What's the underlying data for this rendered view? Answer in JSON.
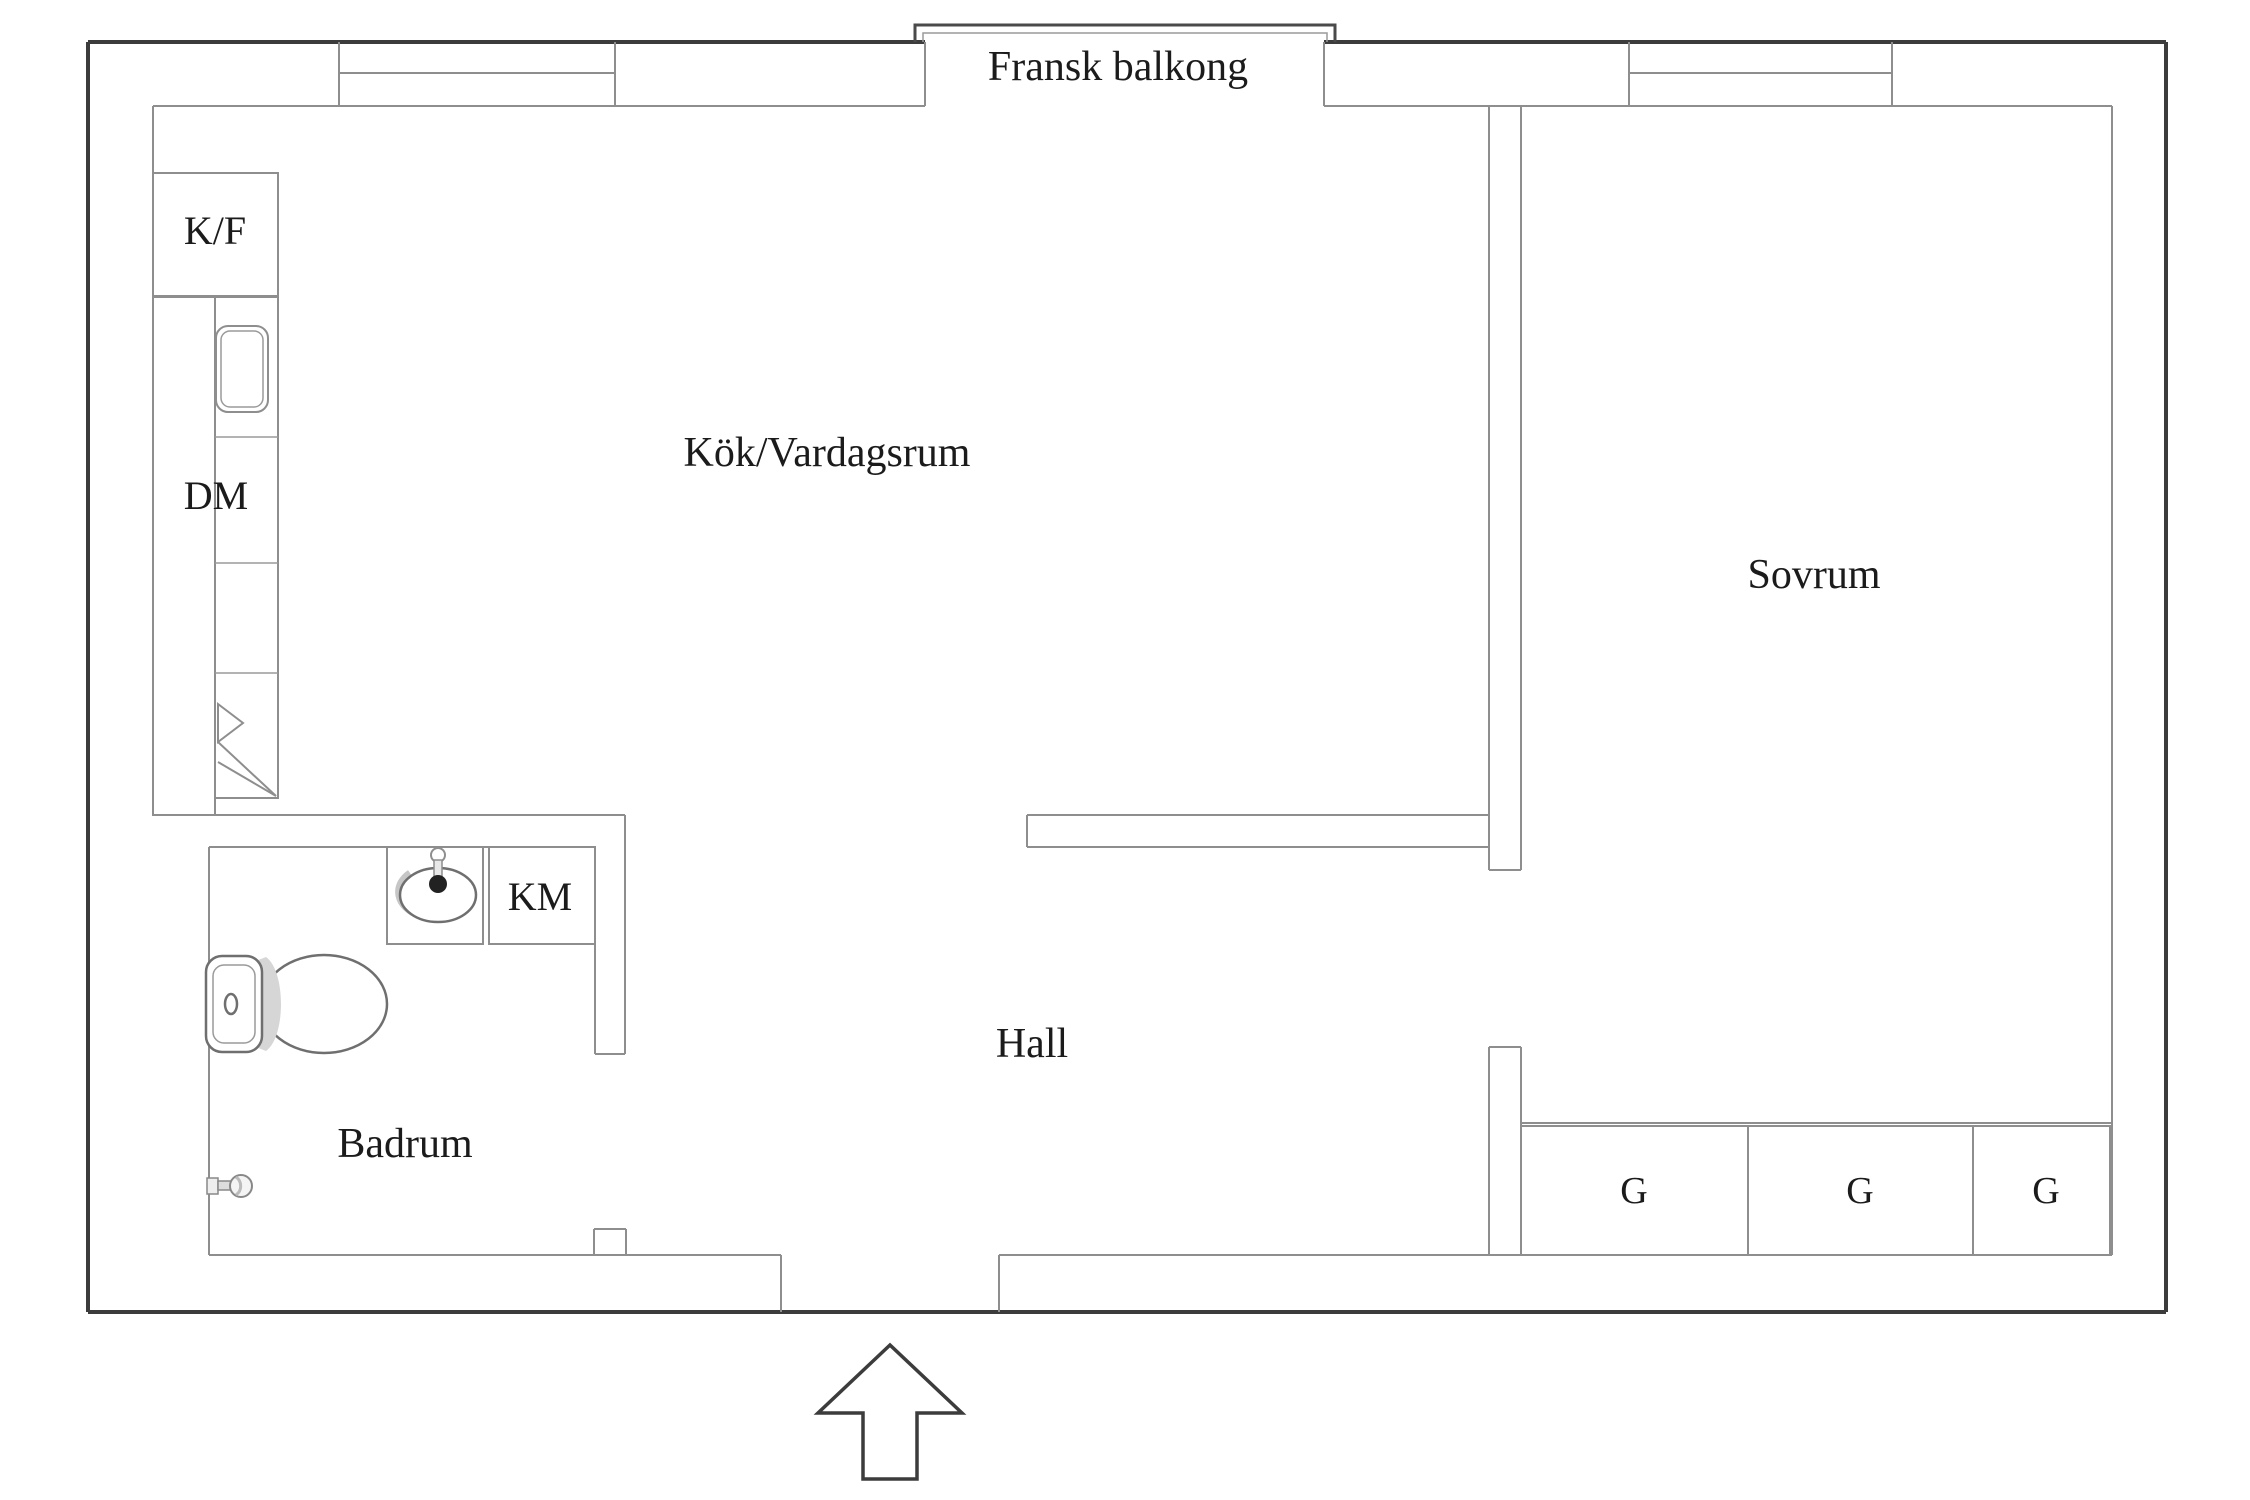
{
  "title": "Apartment floor plan",
  "labels": {
    "french_balcony": "Fransk balkong",
    "kitchen_living": "Kök/Vardagsrum",
    "bedroom": "Sovrum",
    "hall": "Hall",
    "bathroom": "Badrum",
    "fridge_freezer": "K/F",
    "dishwasher": "DM",
    "washing_machine": "KM",
    "wardrobes": [
      "G",
      "G",
      "G"
    ]
  },
  "colors": {
    "background": "#ffffff",
    "outer_wall_line": "#3c3c3c",
    "inner_wall_line": "#8e8e8e",
    "text": "#1b1b1b",
    "fixture_shading": "#d6d6d6"
  }
}
